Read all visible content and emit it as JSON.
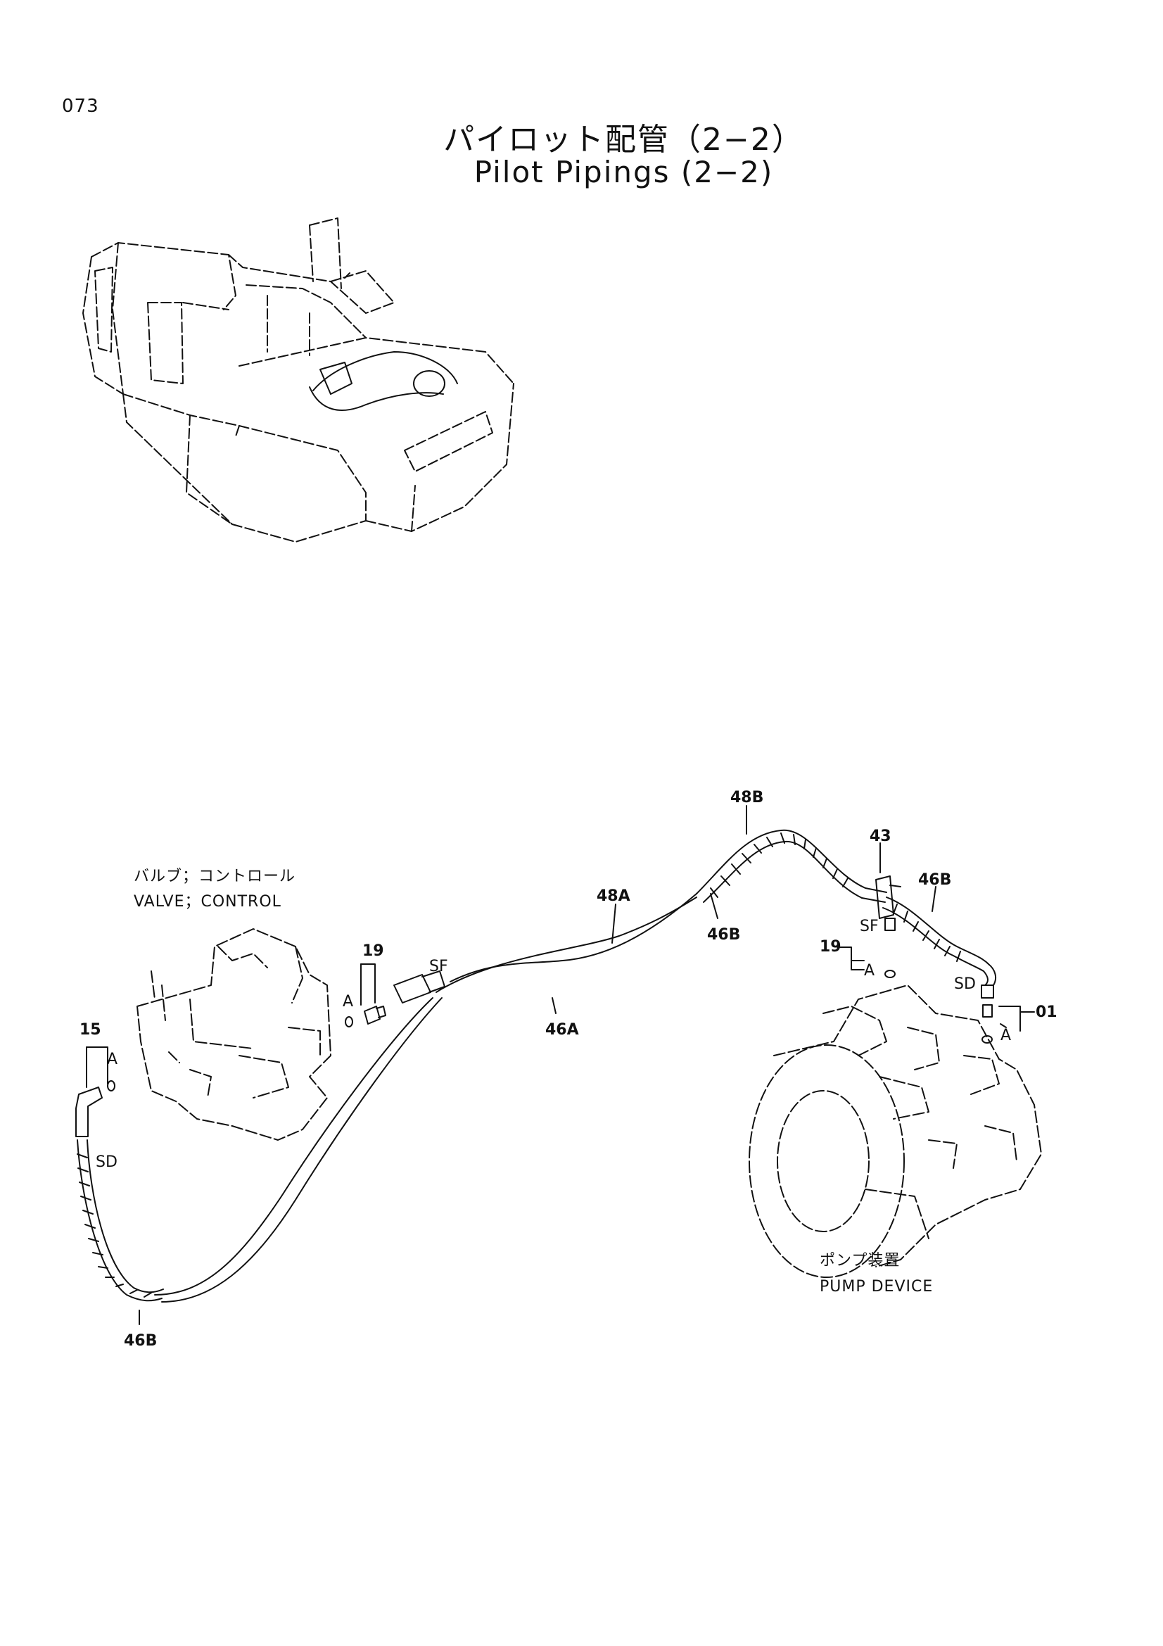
{
  "page_number": "073",
  "title_jp": "パイロット配管（2−2）",
  "title_en": "Pilot Pipings (2−2)",
  "components": {
    "valve_jp": "バルブ；コントロール",
    "valve_en": "VALVE；CONTROL",
    "pump_jp": "ポンプ装置",
    "pump_en": "PUMP DEVICE"
  },
  "callouts": {
    "c48B": "48B",
    "c43": "43",
    "c46B_top": "46B",
    "c48A": "48A",
    "c46B_mid": "46B",
    "c19_right": "19",
    "c19_left": "19",
    "c46A": "46A",
    "c01": "01",
    "c15": "15",
    "c46B_bottom": "46B"
  },
  "marks": {
    "a1": "A",
    "a2": "A",
    "a3": "A",
    "a4": "A",
    "sf1": "SF",
    "sf2": "SF",
    "sd1": "SD",
    "sd2": "SD"
  }
}
